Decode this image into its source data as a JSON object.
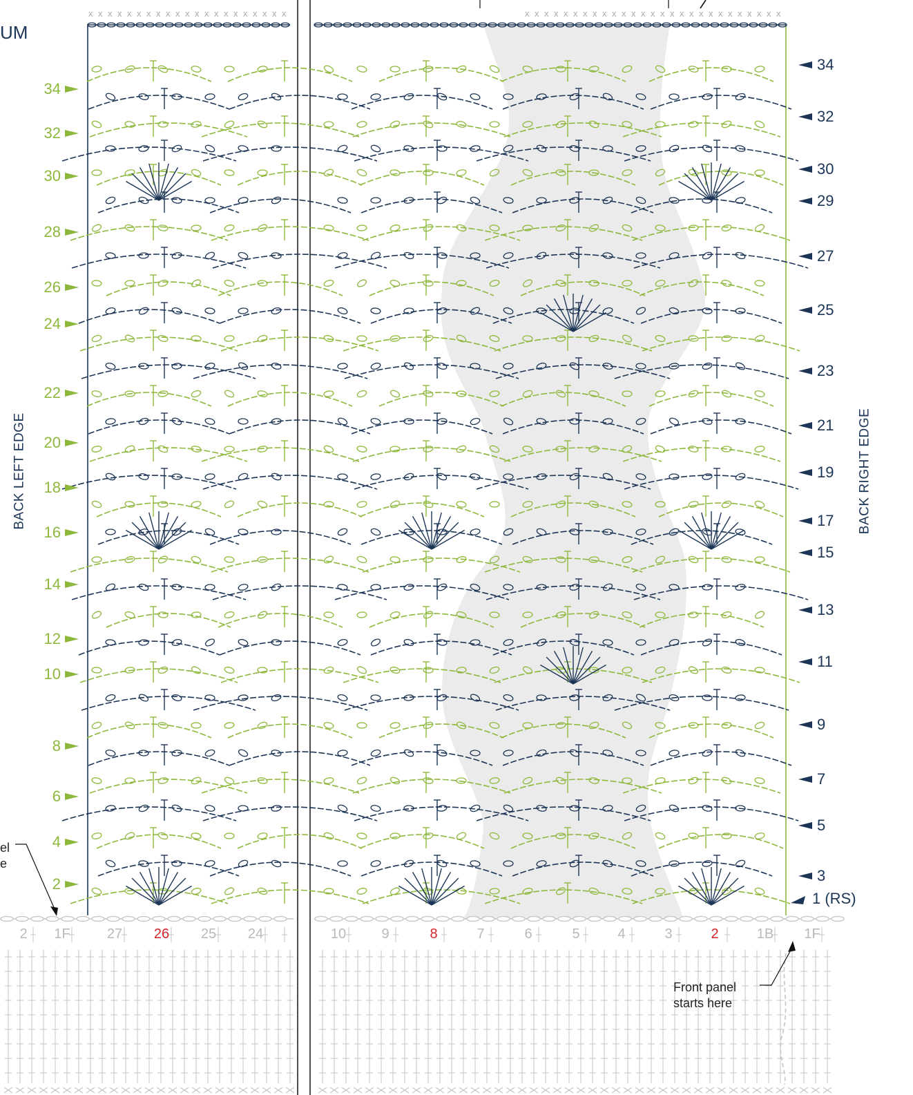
{
  "header": {
    "title_fragment": "UM"
  },
  "left_edge_label": "BACK LEFT EDGE",
  "right_edge_label": "BACK RIGHT EDGE",
  "left_row_numbers": [
    "34",
    "32",
    "30",
    "28",
    "26",
    "24",
    "22",
    "20",
    "18",
    "16",
    "14",
    "12",
    "10",
    "8",
    "6",
    "4",
    "2"
  ],
  "right_row_numbers": [
    "34",
    "32",
    "30",
    "29",
    "27",
    "25",
    "23",
    "21",
    "19",
    "17",
    "15",
    "13",
    "11",
    "9",
    "7",
    "5",
    "3",
    "1 (RS)"
  ],
  "left_columns": [
    "2",
    "1F",
    "27",
    "26",
    "25",
    "24"
  ],
  "right_columns": [
    "10",
    "9",
    "8",
    "7",
    "6",
    "5",
    "4",
    "3",
    "2",
    "1B",
    "1F"
  ],
  "highlighted_columns": [
    "26",
    "8",
    "2"
  ],
  "front_panel_note": {
    "line1": "Front panel",
    "line2": "starts here"
  },
  "left_note_fragment": {
    "line1": "el",
    "line2": "e"
  },
  "colors": {
    "navy": "#1c3556",
    "green": "#8db83c",
    "gray": "#c4c4c4",
    "shade": "#ebebeb",
    "highlight_red": "#d2232a"
  },
  "icons": [
    "row-arrow-right-icon",
    "row-arrow-left-icon",
    "pointer-arrow-icon"
  ]
}
